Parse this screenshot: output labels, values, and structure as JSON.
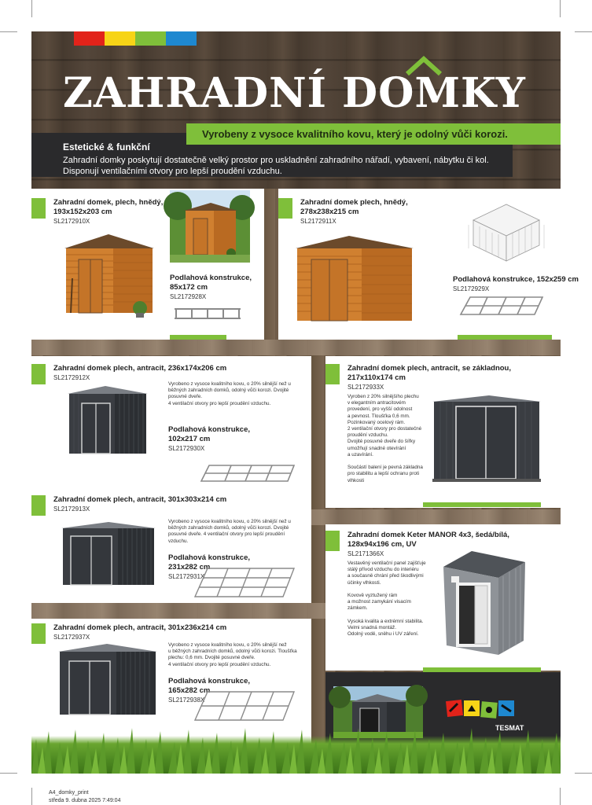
{
  "header": {
    "title": "ZAHRADNÍ DOMKY",
    "tagline": "Vyrobeny z vysoce kvalitního kovu, který je odolný vůči korozi.",
    "intro_heading": "Estetické & funkční",
    "intro_line1": "Zahradní domky poskytují dostatečně velký prostor pro uskladnění zahradního nářadí, vybavení, nábytku či kol.",
    "intro_line2": "Disponují ventilačními otvory pro lepší proudění vzduchu.",
    "color_strip": [
      "#e2231a",
      "#f7d417",
      "#7fbf3a",
      "#1e88d0"
    ]
  },
  "products": {
    "p1": {
      "title": "Zahradní domek, plech, hnědý,\n193x152x203 cm",
      "code": "SL2172910X",
      "floor_title": "Podlahová konstrukce,\n85x172 cm",
      "floor_code": "SL2172928X"
    },
    "p2": {
      "title": "Zahradní domek plech, hnědý,\n278x238x215 cm",
      "code": "SL2172911X",
      "floor_title": "Podlahová konstrukce, 152x259 cm",
      "floor_code": "SL2172929X"
    },
    "p3": {
      "title": "Zahradní domek plech, antracit, 236x174x206 cm",
      "code": "SL2172912X",
      "desc": "Vyrobeno z vysoce kvalitního kovu, o 20% silnější než u\nběžných zahradních domků, odolný vůči korozi. Dvojité\nposuvné dveře.\n4 ventilační otvory pro lepší proudění vzduchu.",
      "floor_title": "Podlahová konstrukce,\n102x217 cm",
      "floor_code": "SL2172930X"
    },
    "p4": {
      "title": "Zahradní domek plech, antracit, se základnou,\n217x110x174 cm",
      "code": "SL2172933X",
      "desc": "Vyroben z 20% silnějšího plechu\nv elegantním antracitovém\nprovedení, pro vyšší odolnost\na pevnost. Tloušťka 0,6 mm.\nPozinkovaný ocelový rám.\n2 ventilační otvory pro dostatečné\nproudění vzduchu.\nDvojité posuvné dveře do šířky\numožňují snadné otevírání\na uzavírání.\n\nSoučástí balení je pevná základna\npro stabilitu a lepší ochranu proti\nvlhkosti"
    },
    "p5": {
      "title": "Zahradní domek plech, antracit, 301x303x214 cm",
      "code": "SL2172913X",
      "desc": "Vyrobeno z vysoce kvalitního kovu, o 20% silnější než u\nběžných zahradních domků, odolný vůči korozi. Dvojité\nposuvné dveře. 4 ventilační otvory pro lepší proudění\nvzduchu.",
      "floor_title": "Podlahová konstrukce,\n231x282 cm",
      "floor_code": "SL2172931X"
    },
    "p6": {
      "title": "Zahradní domek Keter MANOR 4x3, šedá/bílá,\n128x94x196 cm, UV",
      "code": "SL2171366X",
      "desc": "Vestavěný ventilační panel zajišťuje\nstálý přívod vzduchu do interiéru\na současně chrání před škodlivými\núčinky vlhkosti.\n\nKovově vyztužený rám\na možnost zamykání visacím\nzámkem.\n\nVysoká kvalita a extrémní stabilita.\nVelmi snadná montáž.\nOdolný vodě, sněhu i UV záření."
    },
    "p7": {
      "title": "Zahradní domek plech, antracit, 301x236x214 cm",
      "code": "SL2172937X",
      "desc": "Vyrobeno z vysoce kvalitního kovu, o 20% silnější než\nu běžných zahradních domků, odolný vůči korozi. Tloušťka\nplechu: 0,6 mm. Dvojité posuvné dveře.\n4 ventilační otvory pro lepší proudění vzduchu.",
      "floor_title": "Podlahová konstrukce,\n165x282 cm",
      "floor_code": "SL2172938X"
    }
  },
  "brand": {
    "logo_text": "TESMAT",
    "logo_colors": [
      "#e2231a",
      "#f7d417",
      "#7fbf3a",
      "#1e88d0"
    ]
  },
  "footer": {
    "filename": "A4_domky_print",
    "timestamp": "středa 9. dubna 2025 7:49:04"
  },
  "colors": {
    "accent_green": "#7fbf3a",
    "dark_panel": "#2a2a2c",
    "shed_brown": "#c9762a",
    "shed_anthracite": "#3a3d42"
  }
}
